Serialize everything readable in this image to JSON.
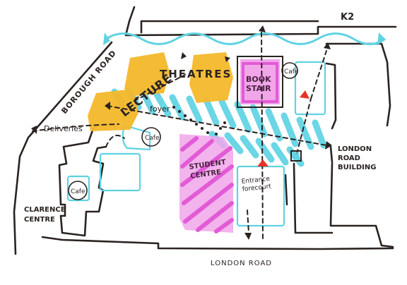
{
  "labels": {
    "k2": "K2",
    "borough_road": "BOROUGH ROAD",
    "lecture": "LECTURE",
    "theatres": "THEATRES",
    "book_stair": "BOOK STAIR",
    "cafe_top": "Cafe",
    "foyer": "foyer",
    "deliveries": "Deliveries",
    "cafe_mid": "Cafe",
    "cafe_left": "Cafe",
    "student_centre": "STUDENT CENTRE",
    "entrance_forecourt": "Entrance forecourt",
    "london_road_building": "LONDON ROAD BUILDING",
    "clarence_centre": "CLARENCE CENTRE",
    "london_road": "LONDON ROAD"
  },
  "colors": {
    "ink": "#2a2320",
    "cyan": "#5fd3e3",
    "cyan_light": "#b9ecf2",
    "yellow": "#f4b82b",
    "magenta": "#e25bd6",
    "magenta_light": "#f1a6ea",
    "red": "#e53326"
  }
}
